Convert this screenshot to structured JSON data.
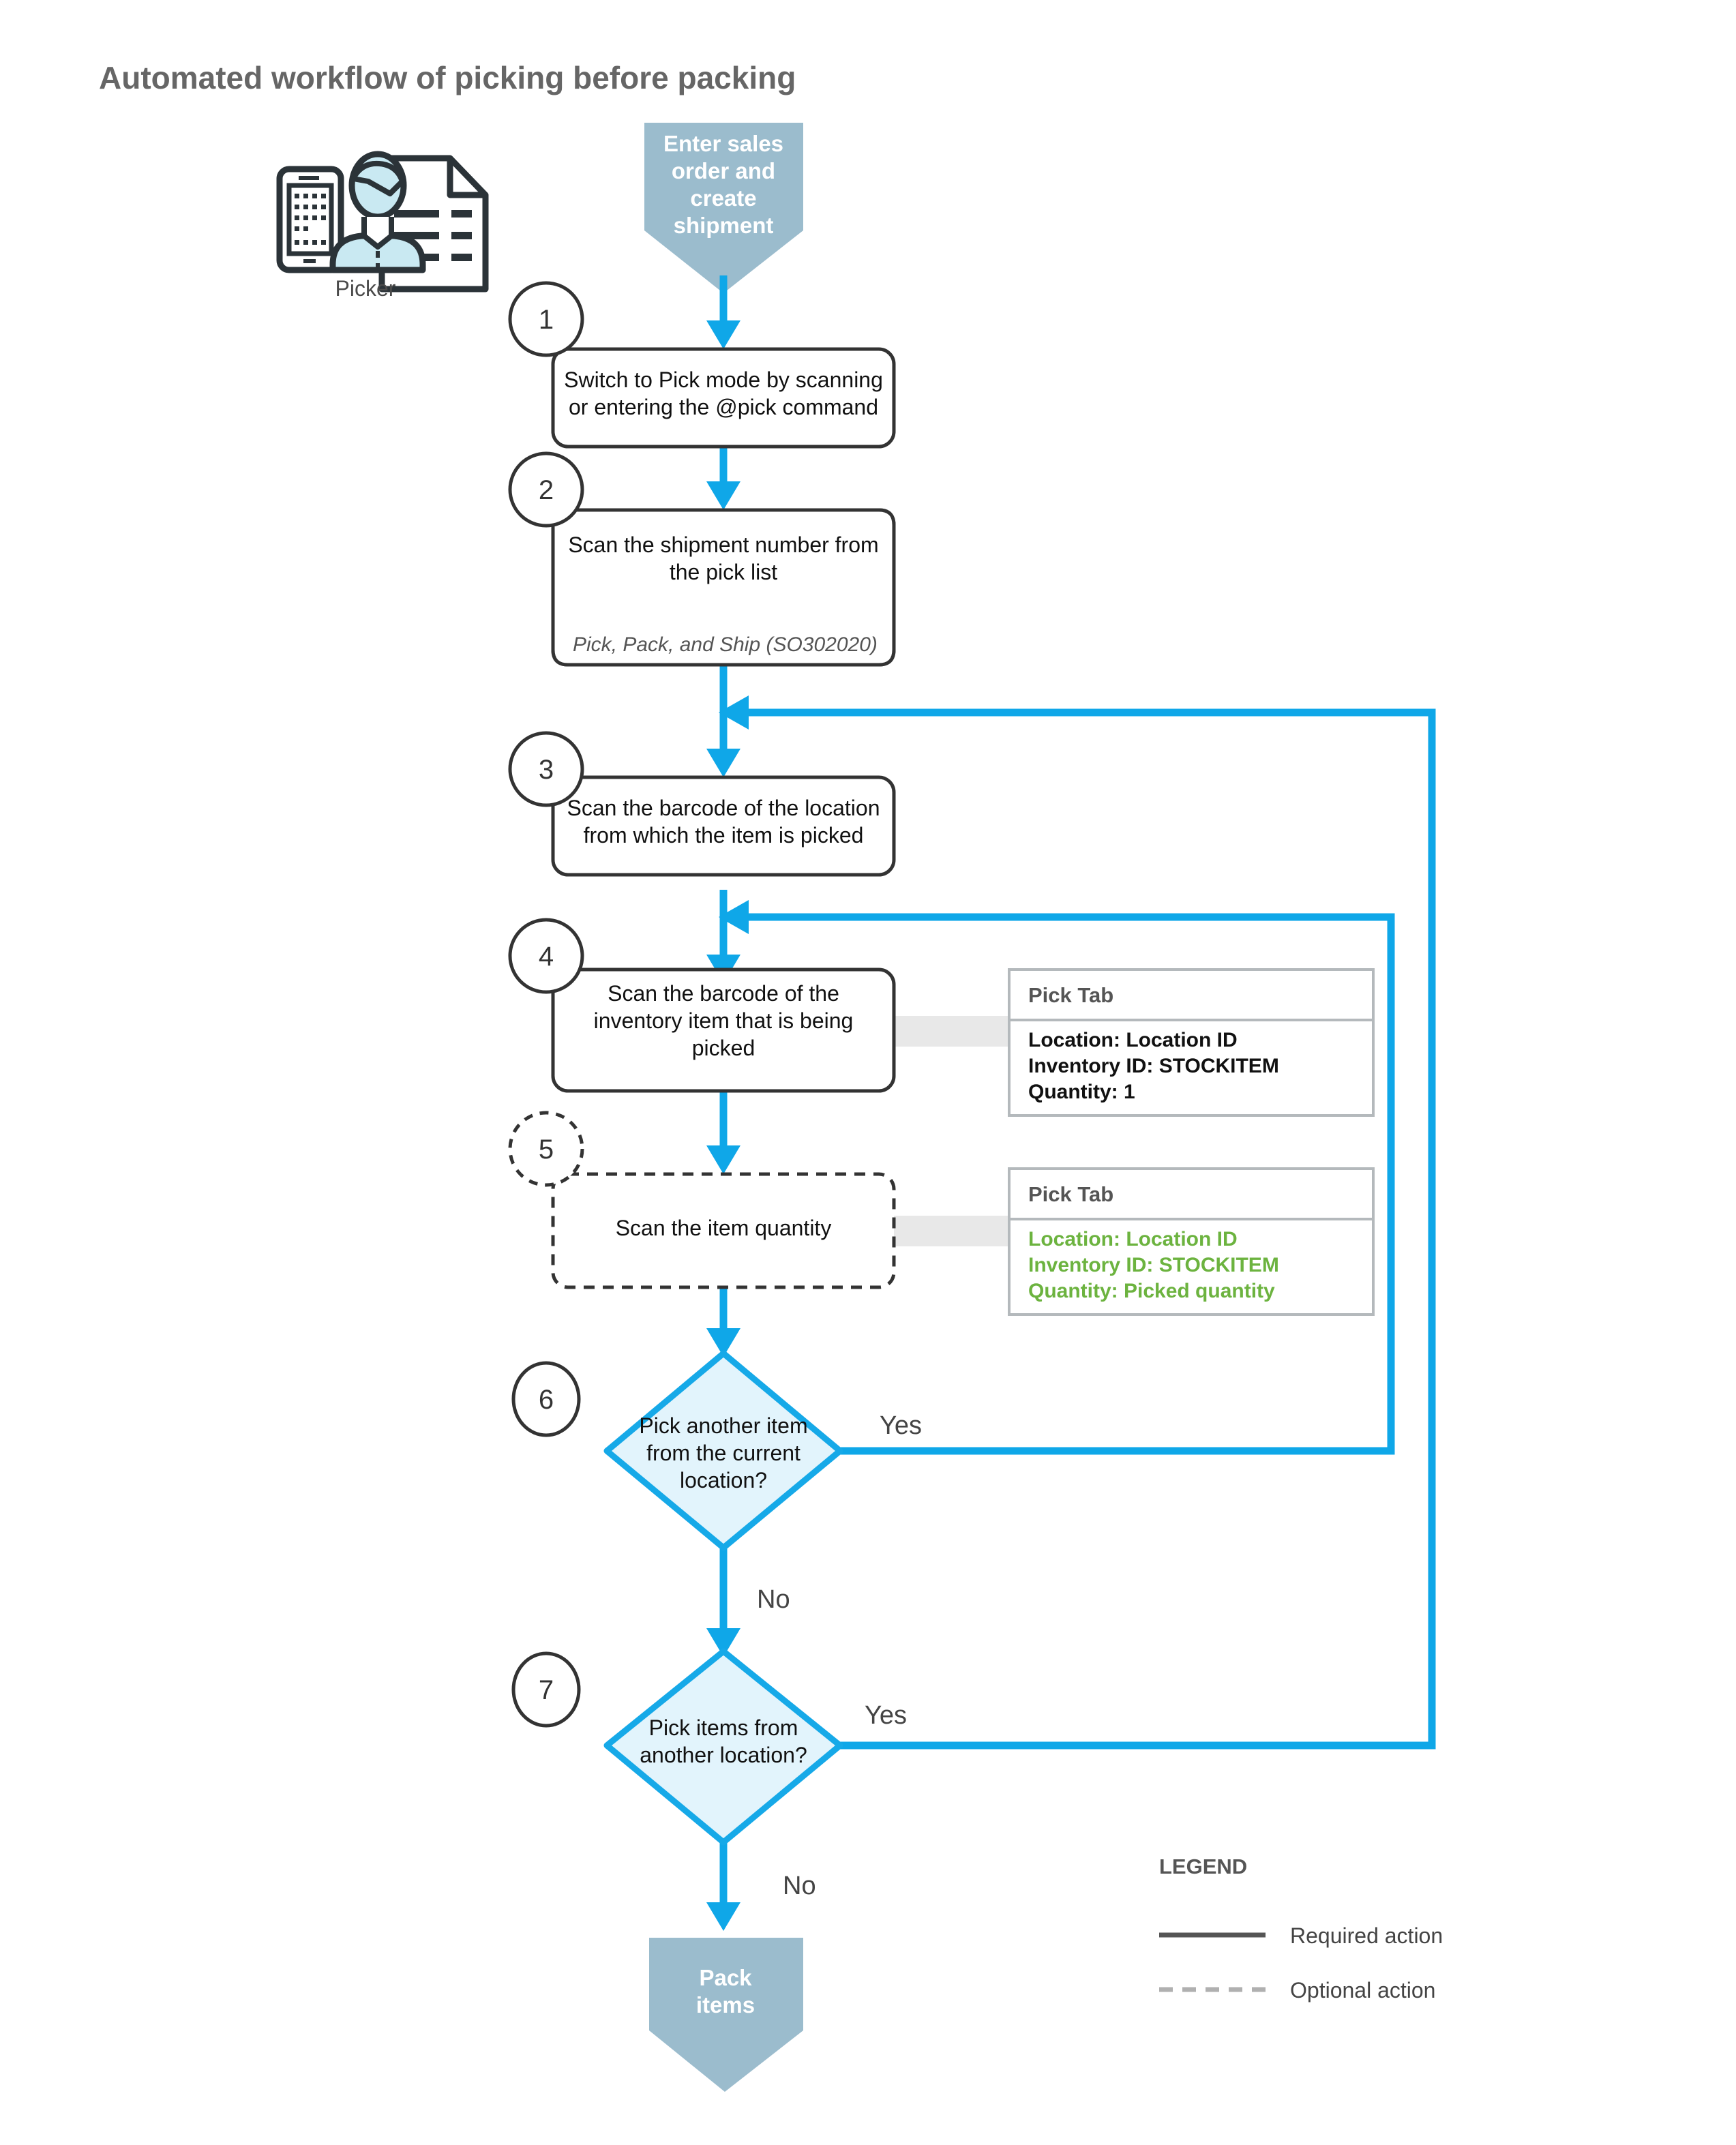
{
  "title": "Automated workflow of picking before packing",
  "actor": {
    "label": "Picker",
    "icon": "picker-person-device-icon"
  },
  "colors": {
    "flow_arrow": "#0fa7e8",
    "terminator_fill": "#9bbccd",
    "decision_fill": "#e2f4fc",
    "decision_stroke": "#16a9e8",
    "panel_green_text": "#6cb33f",
    "footer_fill": "#faf5e4",
    "title_text": "#666666"
  },
  "start": {
    "label": "Enter sales order and create shipment"
  },
  "end": {
    "label": "Pack items"
  },
  "steps": [
    {
      "number": "1",
      "text": "Switch to Pick mode by scanning or entering the @pick command",
      "optional": false
    },
    {
      "number": "2",
      "text": "Scan the shipment number from the pick list",
      "optional": false,
      "footer": "Pick, Pack, and Ship (SO302020)"
    },
    {
      "number": "3",
      "text": "Scan the barcode of the location from which the item is picked",
      "optional": false
    },
    {
      "number": "4",
      "text": "Scan the barcode of the inventory item that is being picked",
      "optional": false
    },
    {
      "number": "5",
      "text": "Scan the item quantity",
      "optional": true
    }
  ],
  "decisions": [
    {
      "number": "6",
      "text": "Pick another item from the current location?",
      "yes_label": "Yes",
      "no_label": "No"
    },
    {
      "number": "7",
      "text": "Pick items from another location?",
      "yes_label": "Yes",
      "no_label": "No"
    }
  ],
  "panels": [
    {
      "title": "Pick Tab",
      "lines": [
        "Location: Location ID",
        "Inventory ID: STOCKITEM",
        "Quantity: 1"
      ],
      "highlight": false
    },
    {
      "title": "Pick Tab",
      "lines": [
        "Location: Location ID",
        "Inventory ID: STOCKITEM",
        "Quantity: Picked quantity"
      ],
      "highlight": true
    }
  ],
  "legend": {
    "title": "LEGEND",
    "items": [
      {
        "label": "Required action",
        "style": "solid"
      },
      {
        "label": "Optional action",
        "style": "dashed"
      }
    ]
  }
}
